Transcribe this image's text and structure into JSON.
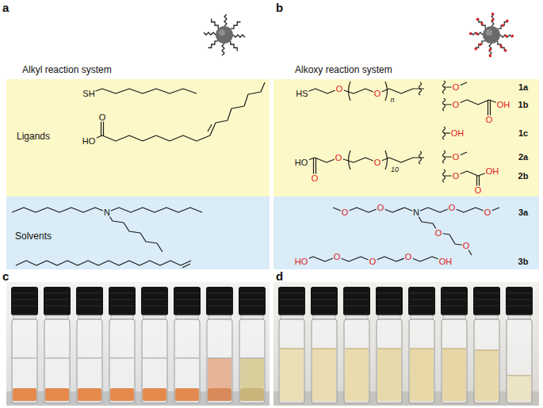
{
  "diagram": {
    "nodes": [
      {
        "text": [
          "Ligands",
          "SH",
          "HO",
          "O"
        ]
      },
      {
        "text": [
          "Solvents",
          "N"
        ]
      },
      {
        "text": [
          "HS",
          "O",
          "O",
          "n",
          "1a",
          "O",
          "1b",
          "O",
          "OH",
          "O",
          "1c",
          "OH",
          "HO",
          "O",
          "O",
          "O",
          "10",
          "2a",
          "O",
          "2b",
          "O",
          "OH",
          "O"
        ]
      },
      {
        "text": [
          "O",
          "O",
          "N",
          "O",
          "O",
          "O",
          "O",
          "3a",
          "HO",
          "O",
          "O",
          "O",
          "OH",
          "3b"
        ]
      }
    ],
    "labels": [
      "a",
      "Alkyl reaction system",
      "b",
      "Alkoxy reaction system",
      "c",
      "d"
    ]
  }
}
